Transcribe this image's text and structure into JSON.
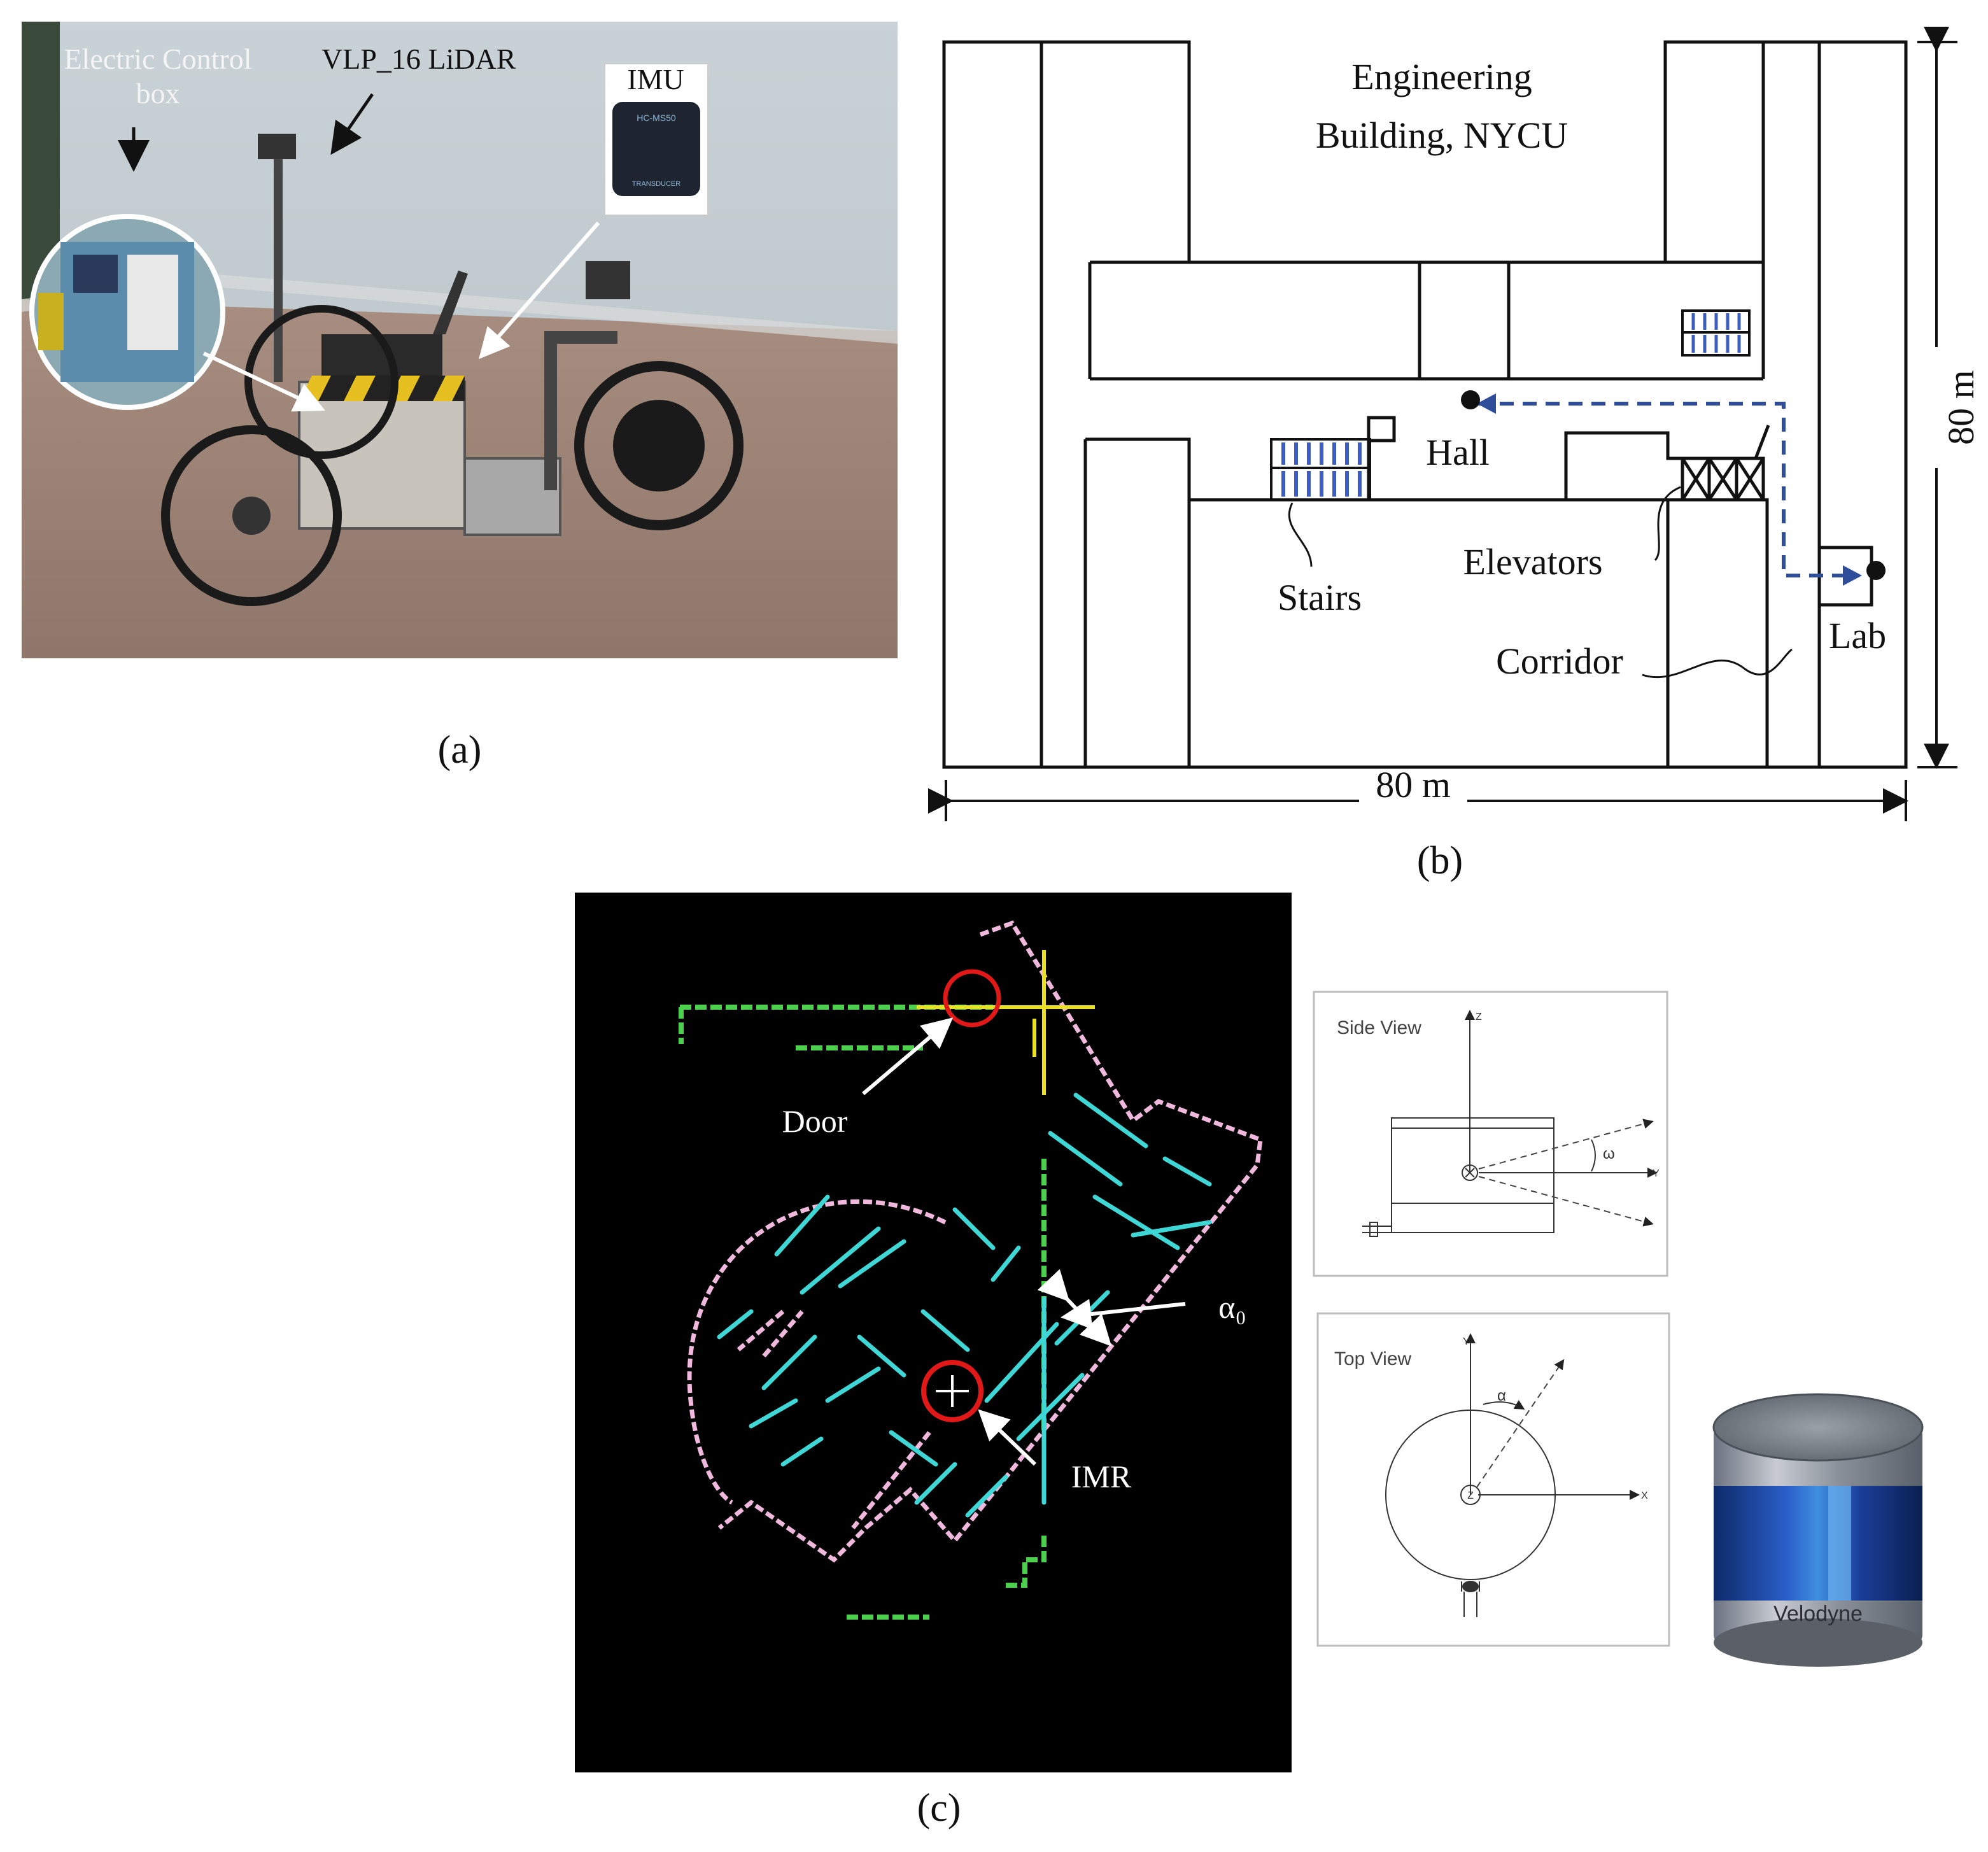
{
  "panel_a": {
    "label": "(a)",
    "annotations": {
      "electric_control_line1": "Electric Control",
      "electric_control_line2": "box",
      "lidar": "VLP_16 LiDAR",
      "imu": "IMU"
    },
    "imu_device_text": {
      "top": "HC-MS50",
      "bottom": "TRANSDUCER"
    }
  },
  "panel_b": {
    "label": "(b)",
    "title_line1": "Engineering",
    "title_line2": "Building, NYCU",
    "labels": {
      "hall": "Hall",
      "stairs": "Stairs",
      "elevators": "Elevators",
      "lab": "Lab",
      "corridor": "Corridor"
    },
    "dim_horizontal": "80 m",
    "dim_vertical": "80 m",
    "path_color": "#2e4e9c"
  },
  "panel_c": {
    "label": "(c)",
    "labels": {
      "door": "Door",
      "alpha": "α₀",
      "imr": "IMR"
    },
    "side_view": {
      "title": "Side View",
      "axis_z": "Z",
      "axis_y": "Y",
      "angle": "ω"
    },
    "top_view": {
      "title": "Top View",
      "axis_y": "Y",
      "axis_x": "X",
      "axis_z": "Z",
      "angle": "α"
    },
    "sensor_brand": "Velodyne",
    "colors": {
      "background": "#000000",
      "pink": "#f0b8dc",
      "cyan": "#3fd6d6",
      "green": "#4ccf4c",
      "yellow": "#e8e020",
      "marker": "#e01818"
    }
  }
}
